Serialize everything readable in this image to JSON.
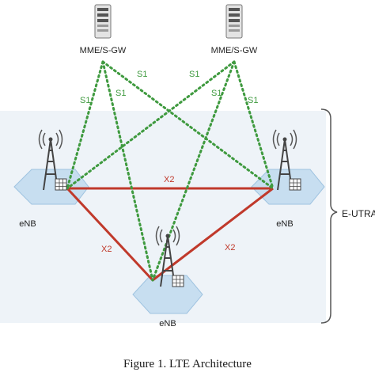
{
  "diagram": {
    "servers": [
      {
        "label": "MME/S-GW",
        "icon": "server-icon"
      },
      {
        "label": "MME/S-GW",
        "icon": "server-icon"
      }
    ],
    "enbs": [
      {
        "label": "eNB",
        "icon": "cell-tower-icon"
      },
      {
        "label": "eNB",
        "icon": "cell-tower-icon"
      },
      {
        "label": "eNB",
        "icon": "cell-tower-icon"
      }
    ],
    "s1_label": "S1",
    "x2_label": "X2",
    "region_label": "E-UTRAN",
    "colors": {
      "s1": "#3f9a3f",
      "x2": "#c0392b",
      "region_bg": "#eef3f8",
      "hexagon": "#c7def0"
    }
  },
  "caption": "Figure 1.  LTE Architecture"
}
